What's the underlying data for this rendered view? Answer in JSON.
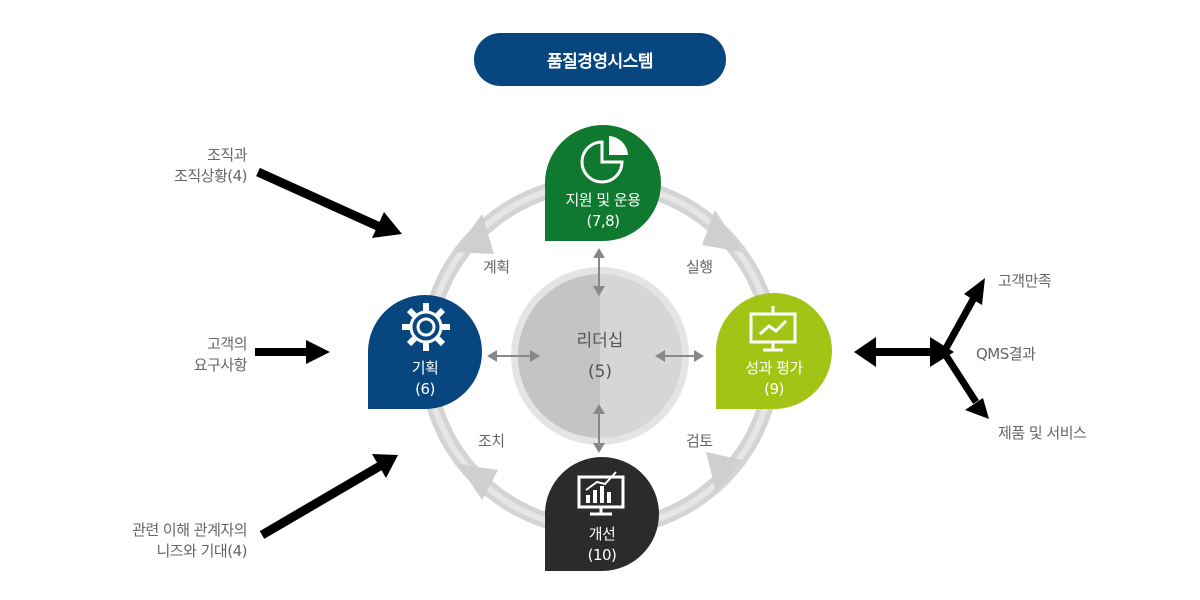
{
  "title": "품질경영시스템",
  "inputs": [
    {
      "line1": "조직과",
      "line2": "조직상황(4)"
    },
    {
      "line1": "고객의",
      "line2": "요구사항"
    },
    {
      "line1": "관련 이해 관계자의",
      "line2": "니즈와 기대(4)"
    }
  ],
  "center": {
    "label": "리더십",
    "number": "(5)"
  },
  "nodes": {
    "support": {
      "label": "지원 및 운용",
      "number": "(7,8)",
      "color": "#0f7a2f"
    },
    "planning": {
      "label": "기획",
      "number": "(6)",
      "color": "#07467f"
    },
    "evaluation": {
      "label": "성과 평가",
      "number": "(9)",
      "color": "#a3c414"
    },
    "improvement": {
      "label": "개선",
      "number": "(10)",
      "color": "#2b2b2b"
    }
  },
  "cycle_labels": {
    "plan": "계획",
    "do": "실행",
    "check": "검토",
    "act": "조치"
  },
  "outputs": {
    "center": "QMS결과",
    "top": "고객만족",
    "bottom": "제품 및 서비스"
  },
  "icons": {
    "support": "pie-chart-icon",
    "planning": "gear-icon",
    "evaluation": "presentation-board-icon",
    "improvement": "bar-chart-monitor-icon"
  }
}
